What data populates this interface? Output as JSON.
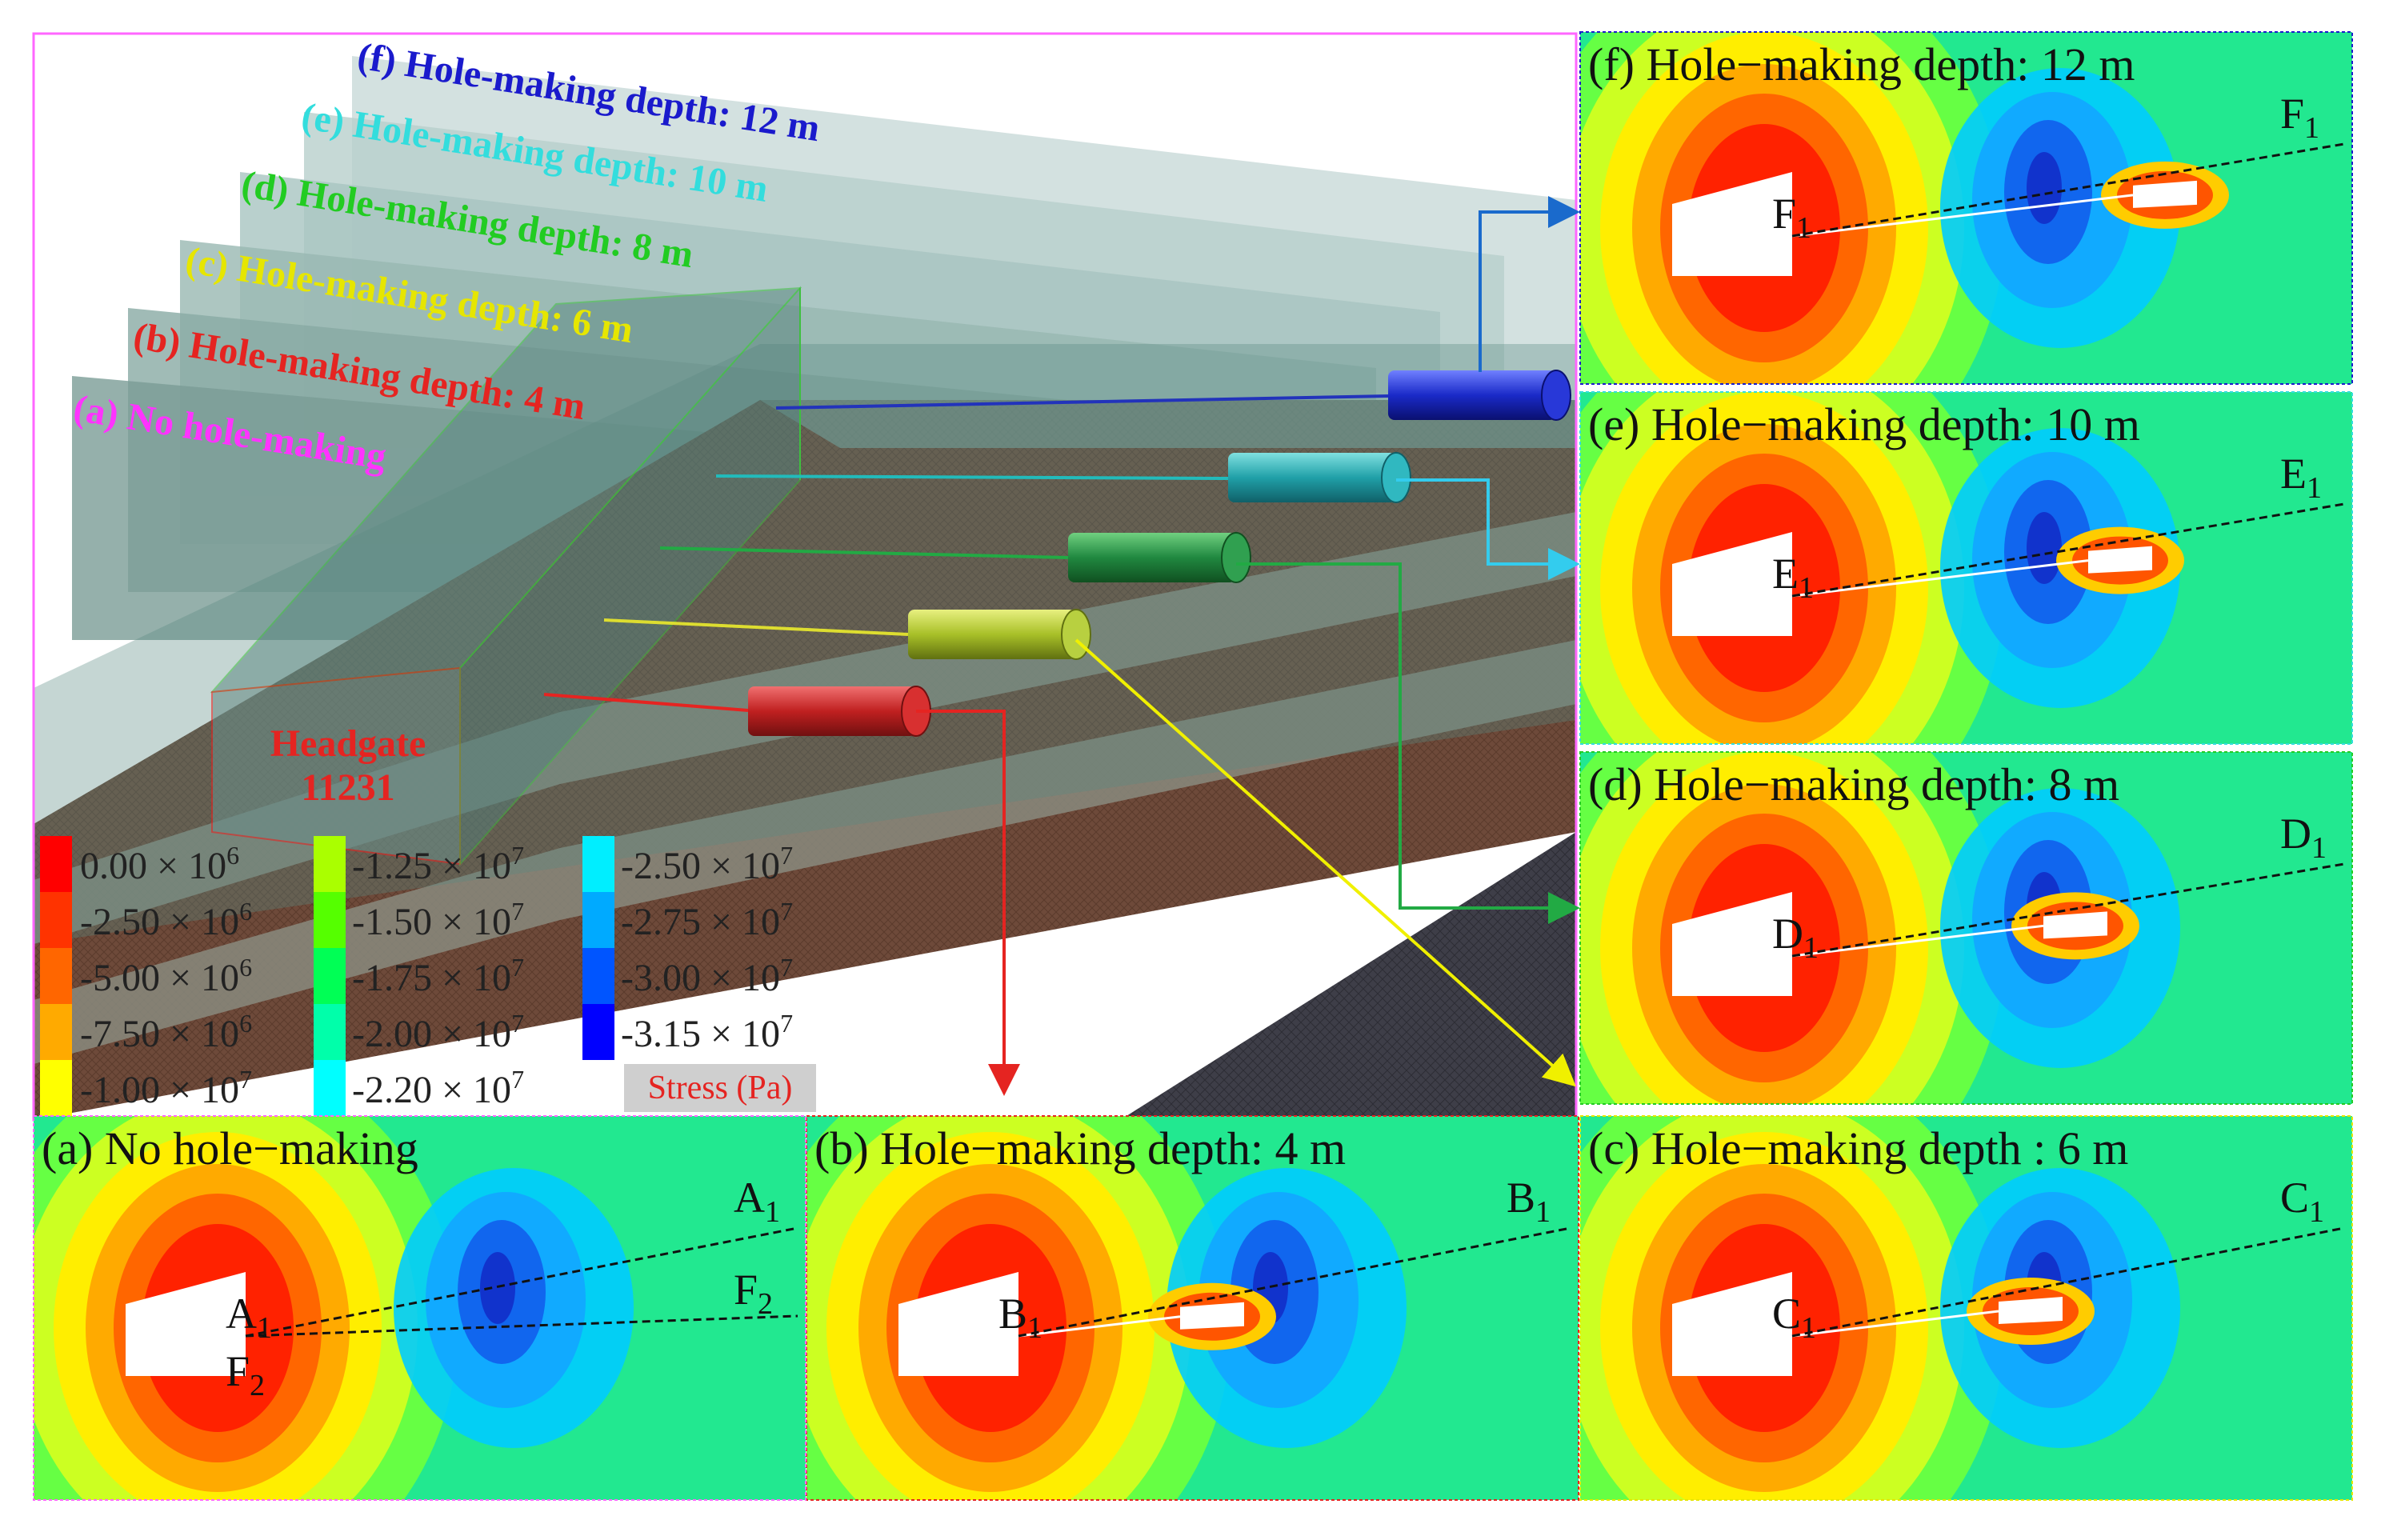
{
  "model": {
    "layer_labels": [
      {
        "id": "a",
        "text": "(a) No hole-making",
        "color": "#ff33ff"
      },
      {
        "id": "b",
        "text": "(b) Hole-making depth: 4 m",
        "color": "#e52421"
      },
      {
        "id": "c",
        "text": "(c) Hole-making depth: 6 m",
        "color": "#e6e600"
      },
      {
        "id": "d",
        "text": "(d) Hole-making depth: 8 m",
        "color": "#22cc22"
      },
      {
        "id": "e",
        "text": "(e) Hole-making depth: 10 m",
        "color": "#33dddd"
      },
      {
        "id": "f",
        "text": "(f) Hole-making depth: 12 m",
        "color": "#1a1acc"
      }
    ],
    "headgate_line1": "Headgate",
    "headgate_line2": "11231"
  },
  "legend": {
    "title": "Stress (Pa)",
    "col1": [
      {
        "label": "0.00 × 10",
        "exp": "6",
        "color": "#ff0000"
      },
      {
        "label": "-2.50 × 10",
        "exp": "6",
        "color": "#ff3300"
      },
      {
        "label": "-5.00 × 10",
        "exp": "6",
        "color": "#ff6600"
      },
      {
        "label": "-7.50 × 10",
        "exp": "6",
        "color": "#ffaa00"
      },
      {
        "label": "-1.00 × 10",
        "exp": "7",
        "color": "#ffff00"
      }
    ],
    "col2": [
      {
        "label": "-1.25 × 10",
        "exp": "7",
        "color": "#aaff00"
      },
      {
        "label": "-1.50 × 10",
        "exp": "7",
        "color": "#55ff00"
      },
      {
        "label": "-1.75 × 10",
        "exp": "7",
        "color": "#00ff55"
      },
      {
        "label": "-2.00 × 10",
        "exp": "7",
        "color": "#00ffaa"
      },
      {
        "label": "-2.20 × 10",
        "exp": "7",
        "color": "#00ffff"
      }
    ],
    "col3": [
      {
        "label": "-2.50 × 10",
        "exp": "7",
        "color": "#00eeff"
      },
      {
        "label": "-2.75 × 10",
        "exp": "7",
        "color": "#00aaff"
      },
      {
        "label": "-3.00 × 10",
        "exp": "7",
        "color": "#0055ff"
      },
      {
        "label": "-3.15 × 10",
        "exp": "7",
        "color": "#0000ff"
      }
    ]
  },
  "panels": {
    "f": {
      "title": "(f) Hole−making depth: 12 m",
      "pt": "F",
      "sub": "1"
    },
    "e": {
      "title": "(e) Hole−making depth: 10 m",
      "pt": "E",
      "sub": "1"
    },
    "d": {
      "title": "(d) Hole−making depth: 8 m",
      "pt": "D",
      "sub": "1"
    },
    "c": {
      "title": "(c) Hole−making depth : 6 m",
      "pt": "C",
      "sub": "1"
    },
    "b": {
      "title": "(b) Hole−making depth: 4 m",
      "pt": "B",
      "sub": "1"
    },
    "a": {
      "title": "(a) No hole−making",
      "pt": "A",
      "sub": "1",
      "pt2": "F",
      "sub2": "2"
    }
  }
}
